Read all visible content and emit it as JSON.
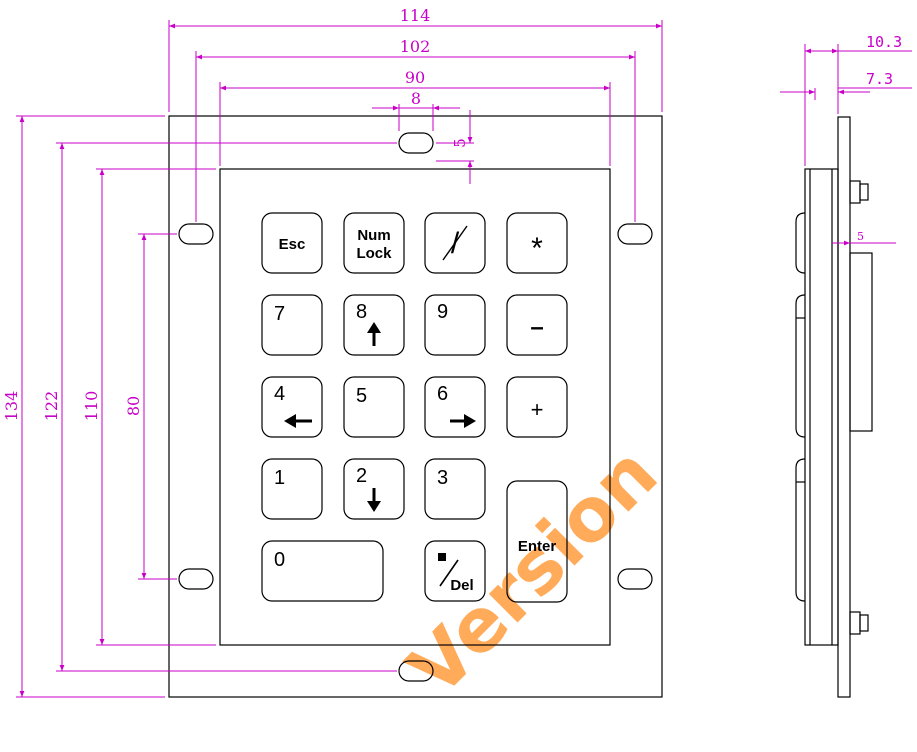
{
  "colors": {
    "dimension": "#c800c8",
    "outline": "#000000",
    "watermark": "#ff9c3c"
  },
  "dimensions": {
    "width_overall": "114",
    "width_holes": "102",
    "width_panel": "90",
    "hole_spacing_top": "8",
    "hole_offset_vertical": "5",
    "height_overall": "134",
    "height_holes": "122",
    "height_panel": "110",
    "height_side_holes": "80",
    "side_depth_total": "10.3",
    "side_depth_front": "7.3",
    "side_depth_keys": "5"
  },
  "keys": {
    "esc": "Esc",
    "numlock_line1": "Num",
    "numlock_line2": "Lock",
    "slash": "/",
    "asterisk": "*",
    "seven": "7",
    "eight": "8",
    "nine": "9",
    "minus": "–",
    "four": "4",
    "five": "5",
    "six": "6",
    "plus": "+",
    "one": "1",
    "two": "2",
    "three": "3",
    "enter": "Enter",
    "zero": "0",
    "del": "Del"
  },
  "icons": {
    "up": "arrow-up-icon",
    "left": "arrow-left-icon",
    "right": "arrow-right-icon",
    "down": "arrow-down-icon",
    "dot": "square-dot-icon"
  },
  "watermark": "Version"
}
